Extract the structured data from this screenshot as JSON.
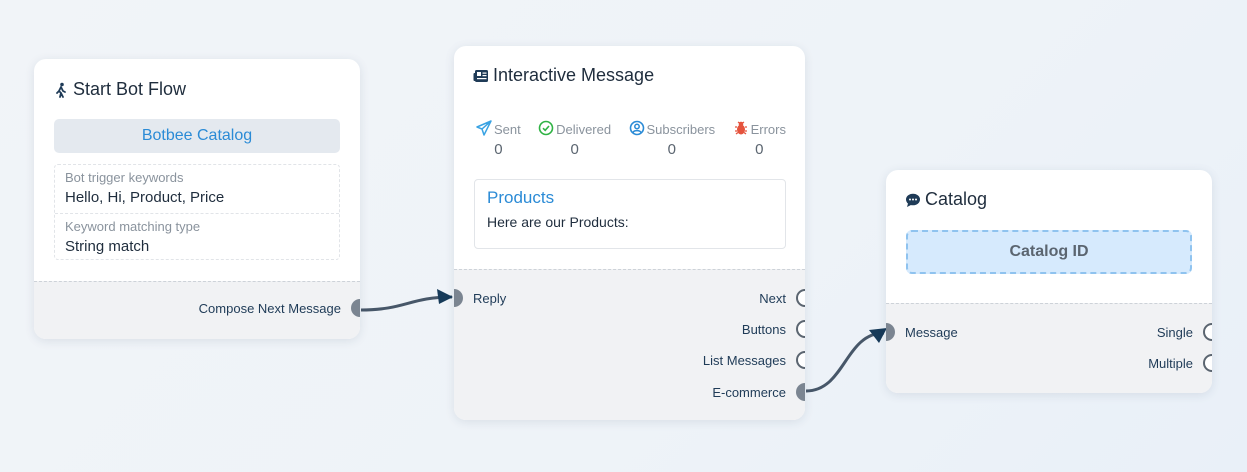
{
  "start_node": {
    "title": "Start Bot Flow",
    "title_icon": "walking-person-icon",
    "catalog_button": "Botbee Catalog",
    "keywords_label": "Bot trigger keywords",
    "keywords_value": "Hello, Hi, Product, Price",
    "matching_label": "Keyword matching type",
    "matching_value": "String match",
    "output_port": "Compose Next Message"
  },
  "interactive_node": {
    "title": "Interactive Message",
    "title_icon": "newspaper-icon",
    "stats": [
      {
        "label": "Sent",
        "value": "0",
        "icon": "paper-plane-icon",
        "color": "#3aa3e3"
      },
      {
        "label": "Delivered",
        "value": "0",
        "icon": "check-circle-icon",
        "color": "#2fb344"
      },
      {
        "label": "Subscribers",
        "value": "0",
        "icon": "user-circle-icon",
        "color": "#2b8bd6"
      },
      {
        "label": "Errors",
        "value": "0",
        "icon": "bug-icon",
        "color": "#e5533d"
      }
    ],
    "message_title": "Products",
    "message_text": "Here are our Products:",
    "input_port": "Reply",
    "output_ports": [
      "Next",
      "Buttons",
      "List Messages",
      "E-commerce"
    ]
  },
  "catalog_node": {
    "title": "Catalog",
    "title_icon": "comment-dots-icon",
    "catalog_id_button": "Catalog ID",
    "input_port": "Message",
    "output_ports": [
      "Single",
      "Multiple"
    ]
  },
  "colors": {
    "accent": "#2b8bd6",
    "edge": "#475769",
    "port_filled": "#7b8591",
    "arrow": "#163a59"
  }
}
